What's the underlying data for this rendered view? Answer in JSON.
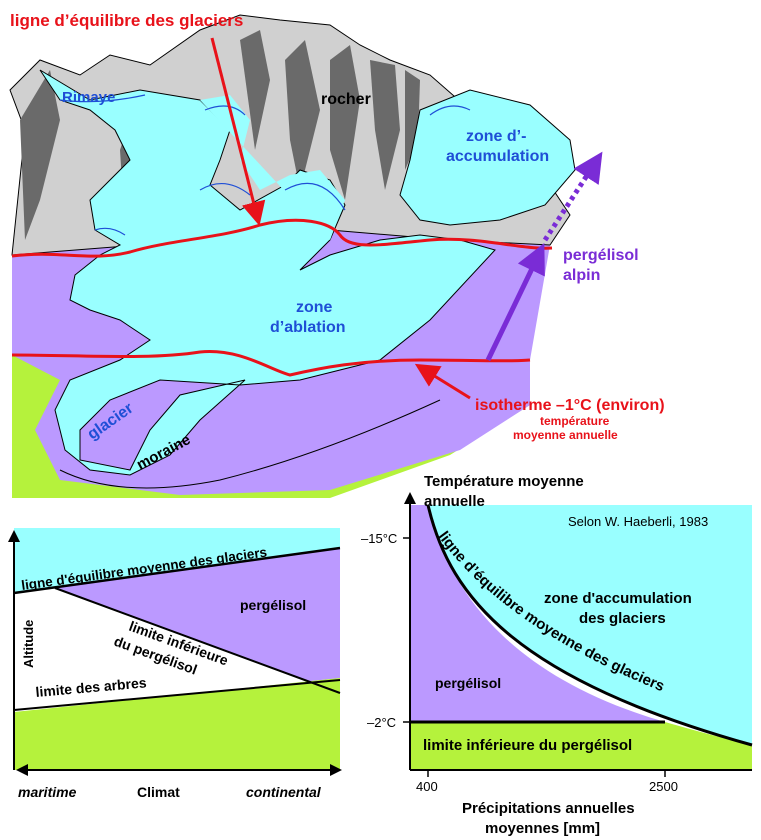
{
  "colors": {
    "ice": "#99ffff",
    "permafrost": "#bb99ff",
    "green": "#b5f23c",
    "rock_light": "#d0d0d0",
    "rock_dark": "#6a6a6a",
    "red": "#e8121a",
    "blue": "#1f4fd6",
    "purple": "#7a2cd6"
  },
  "top": {
    "title": "ligne d’équilibre des glaciers",
    "rimaye": "Rimaye",
    "rocher": "rocher",
    "zone_acc_1": "zone d’-",
    "zone_acc_2": "accumulation",
    "zone_abl_1": "zone",
    "zone_abl_2": "d’ablation",
    "pergelisol_1": "pergélisol",
    "pergelisol_2": "alpin",
    "glacier": "glacier",
    "moraine": "moraine",
    "isotherme": "isotherme –1°C (environ)",
    "temp_1": "température",
    "temp_2": "moyenne annuelle"
  },
  "left": {
    "equilibrium": "ligne d'équilibre moyenne des glaciers",
    "pergelisol": "pergélisol",
    "limit_1": "limite inférieure",
    "limit_2": "du pergélisol",
    "trees": "limite des arbres",
    "ylabel": "Altitude",
    "maritime": "maritime",
    "climat": "Climat",
    "continental": "continental"
  },
  "right": {
    "ytitle_1": "Température moyenne",
    "ytitle_2": "annuelle",
    "source": "Selon W. Haeberli, 1983",
    "tick_y1": "–15°C",
    "tick_y2": "–2°C",
    "tick_x1": "400",
    "tick_x2": "2500",
    "accum_1": "zone d'accumulation",
    "accum_2": "des glaciers",
    "curve_label": "ligne d’équilibre moyenne des glaciers",
    "pergelisol": "pergélisol",
    "limit": "limite inférieure du pergélisol",
    "xtitle_1": "Précipitations annuelles",
    "xtitle_2": "moyennes  [mm]"
  }
}
